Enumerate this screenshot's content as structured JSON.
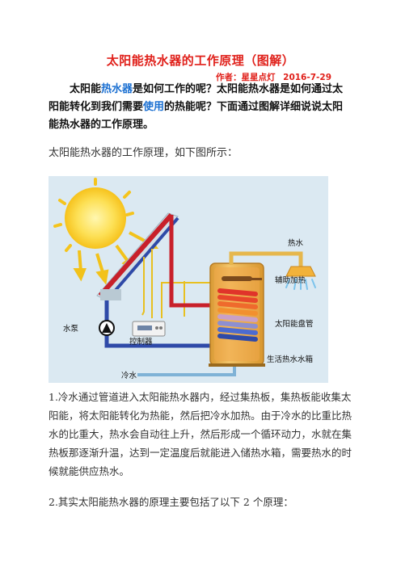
{
  "doc": {
    "title": "太阳能热水器的工作原理（图解）",
    "author": "作者：星星点灯",
    "date": "2016-7-29",
    "intro_a": "太阳能",
    "intro_link1": "热水器",
    "intro_b": "是如何工作的呢？太阳能热水器是如何通过太阳能转化到我们需要",
    "intro_link2": "使用",
    "intro_c": "的热能呢？下面通过图解详细说说太阳能热水器的工作原理。",
    "lead": "太阳能热水器的工作原理，如下图所示：",
    "para1": "1.冷水通过管道进入太阳能热水器内，经过集热板，集热板能收集太阳能，将太阳能转化为热能，然后把冷水加热。由于冷水的比重比热水的比重大，热水会自动往上升，然后形成一个循环动力，水就在集热板那逐渐升温，达到一定温度后就能进入储热水箱，需要热水的时候就能供应热水。",
    "para2": "2.其实太阳能热水器的原理主要包括了以下 2 个原理："
  },
  "diagram": {
    "labels": {
      "hot_water": "热水",
      "aux_heat": "辅助加热",
      "coil": "太阳能盘管",
      "tank": "生活热水水箱",
      "pump": "水泵",
      "controller": "控制器",
      "cold_water": "冷水"
    },
    "colors": {
      "background": "#dbe9f2",
      "hot_pipe": "#c8202a",
      "cold_pipe": "#2f4aa8",
      "wire": "#e8c020",
      "tank_body": "#e9b04a",
      "sun": "#fbd83a"
    }
  }
}
